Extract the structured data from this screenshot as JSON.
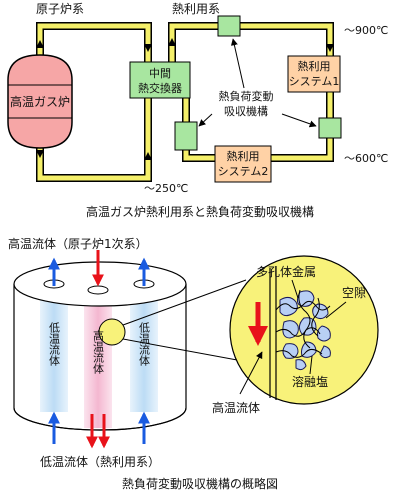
{
  "top": {
    "label_primary": "原子炉系",
    "label_heat_use": "熱利用系",
    "reactor": "高温ガス炉",
    "hx_line1": "中間",
    "hx_line2": "熱交換器",
    "mech_line1": "熱負荷変動",
    "mech_line2": "吸収機構",
    "sys1_line1": "熱利用",
    "sys1_line2": "システム1",
    "sys2_line1": "熱利用",
    "sys2_line2": "システム2",
    "temp_900": "～900℃",
    "temp_600": "～600℃",
    "temp_250": "～250℃",
    "caption": "高温ガス炉熱利用系と熱負荷変動吸収機構"
  },
  "bottom": {
    "hot_fluid_header": "高温流体（原子炉1次系）",
    "low_fluid_left": "低温流体",
    "hot_fluid_center": "高温流体",
    "low_fluid_right": "低温流体",
    "porous_metal": "多孔体金属",
    "void": "空隙",
    "molten_salt": "溶融塩",
    "hot_fluid_arrow": "高温流体",
    "cold_fluid_footer": "低温流体（熱利用系）",
    "caption": "熱負荷変動吸収機構の概略図"
  },
  "colors": {
    "pipe": "#f5f06a",
    "reactor": "#f6a6a6",
    "hx_box": "#a8e6a0",
    "sys_box": "#ffd2a6",
    "hot_arrow": "#e8121a",
    "cold_arrow": "#1a5be0",
    "cyl_blue": "#cfe6f8",
    "cyl_pink": "#f7c9de",
    "circle_fill": "#f8f27a",
    "pore_fill": "#b8cff4"
  }
}
